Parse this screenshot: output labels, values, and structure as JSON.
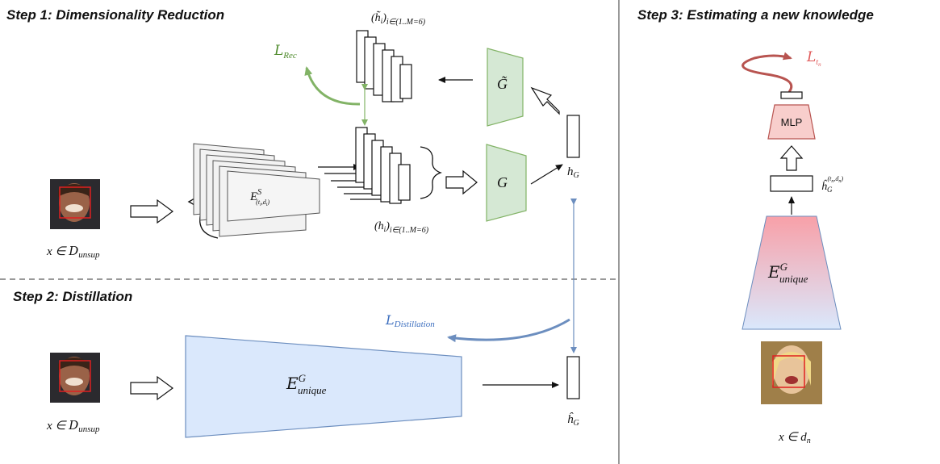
{
  "steps": {
    "step1_title": "Step 1: Dimensionality Reduction",
    "step2_title": "Step 2: Distillation",
    "step3_title": "Step 3: Estimating a new knowledge"
  },
  "step1": {
    "input_label_x": "x ∈ ",
    "input_label_d": "D",
    "input_label_sub": "unsup",
    "encoder_E": "E",
    "encoder_sup": "S",
    "encoder_sub": "(t",
    "encoder_sub_i": "i",
    "encoder_sub_mid": ",d",
    "encoder_sub_end": ")",
    "h_top_label": "(h̃",
    "h_top_sub_i": "i",
    "h_top_close": ")",
    "h_top_range": "i∈(1..M=6)",
    "h_bottom_label": "(h",
    "h_bottom_sub_i": "i",
    "h_bottom_close": ")",
    "h_bottom_range": "i∈(1..M=6)",
    "g_label": "G",
    "g_tilde_label": "G̃",
    "hg_label": "h",
    "hg_sub": "G",
    "loss_rec": "L",
    "loss_rec_sub": "Rec"
  },
  "step2": {
    "input_label_x": "x ∈ ",
    "input_label_d": "D",
    "input_label_sub": "unsup",
    "encoder_E": "E",
    "encoder_sup": "G",
    "encoder_sub": "unique",
    "loss_dist": "L",
    "loss_dist_sub": "Distillation",
    "hg_hat": "ĥ",
    "hg_sub": "G"
  },
  "step3": {
    "loss": "L",
    "loss_sub": "t",
    "loss_sub_n": "n",
    "mlp_label": "MLP",
    "hg_hat": "ĥ",
    "hg_sub": "G",
    "hg_sup": "(t",
    "hg_sup_n": "n",
    "hg_sup_mid": ",d",
    "hg_sup_n2": "n",
    "hg_sup_end": ")",
    "encoder_E": "E",
    "encoder_sup": "G",
    "encoder_sub": "unique",
    "input_label_x": "x ∈ d",
    "input_label_sub": "n"
  },
  "colors": {
    "green": "#82b366",
    "green_fill": "#d5e8d4",
    "blue": "#6c8ebf",
    "blue_fill": "#dae8fc",
    "red": "#b85450",
    "red_fill": "#f8cecc",
    "loss_red": "#e05a5a",
    "loss_green": "#4d8a2a",
    "loss_blue": "#3d6fbf",
    "divider": "#999999"
  },
  "icons": {
    "face_step1": "face-photo-icon",
    "face_step2": "face-photo-icon",
    "face_step3": "face-photo-icon"
  }
}
